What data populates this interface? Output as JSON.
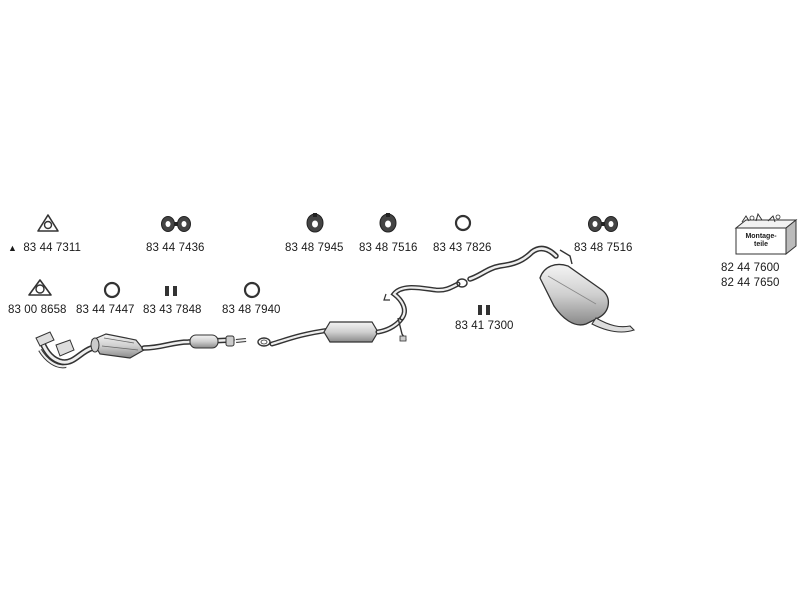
{
  "parts": {
    "upper_row": [
      {
        "icon": "flange-gasket-icon",
        "prefix": "▲",
        "number": "83 44 7311"
      },
      {
        "icon": "double-ring-hanger-icon",
        "number": "83 44 7436"
      },
      {
        "icon": "rubber-hanger-icon",
        "number": "83 48 7945"
      },
      {
        "icon": "rubber-hanger-icon",
        "number": "83 48 7516"
      },
      {
        "icon": "seal-ring-icon",
        "number": "83 43 7826"
      },
      {
        "icon": "double-ring-hanger-icon",
        "number": "83 48 7516"
      }
    ],
    "lower_row": [
      {
        "icon": "flange-gasket-icon",
        "number": "83 00 8658"
      },
      {
        "icon": "seal-ring-icon",
        "number": "83 44 7447"
      },
      {
        "icon": "clamp-pair-icon",
        "number": "83 43 7848"
      },
      {
        "icon": "seal-ring-icon",
        "number": "83 48 7940"
      }
    ],
    "center_clamp": {
      "icon": "clamp-pair-icon",
      "number": "83 41 7300"
    }
  },
  "mounting_kit": {
    "box_label_line1": "Montage-",
    "box_label_line2": "teile",
    "numbers": [
      "82 44 7600",
      "82 44 7650"
    ]
  },
  "colors": {
    "line": "#333333",
    "fill": "#e6e6e6",
    "dark": "#555555"
  }
}
